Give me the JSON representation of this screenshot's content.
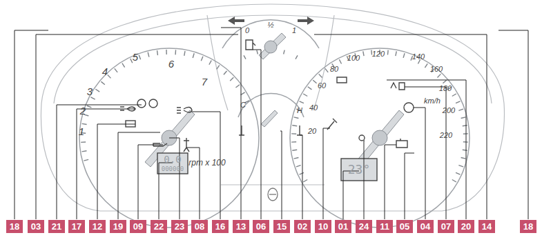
{
  "diagram": {
    "labels": [
      "18",
      "03",
      "21",
      "17",
      "12",
      "19",
      "09",
      "22",
      "23",
      "08",
      "16",
      "13",
      "06",
      "15",
      "02",
      "10",
      "01",
      "24",
      "11",
      "05",
      "04",
      "07",
      "20",
      "14",
      "18",
      "1",
      "2",
      "3",
      "4",
      "5",
      "6",
      "7",
      "rpm x 100",
      "20",
      "40",
      "60",
      "80",
      "100",
      "120",
      "140",
      "160",
      "180",
      "200",
      "220",
      "km/h",
      "0",
      "½",
      "1",
      "C",
      "H",
      "0.0",
      "000000",
      "23°"
    ]
  }
}
